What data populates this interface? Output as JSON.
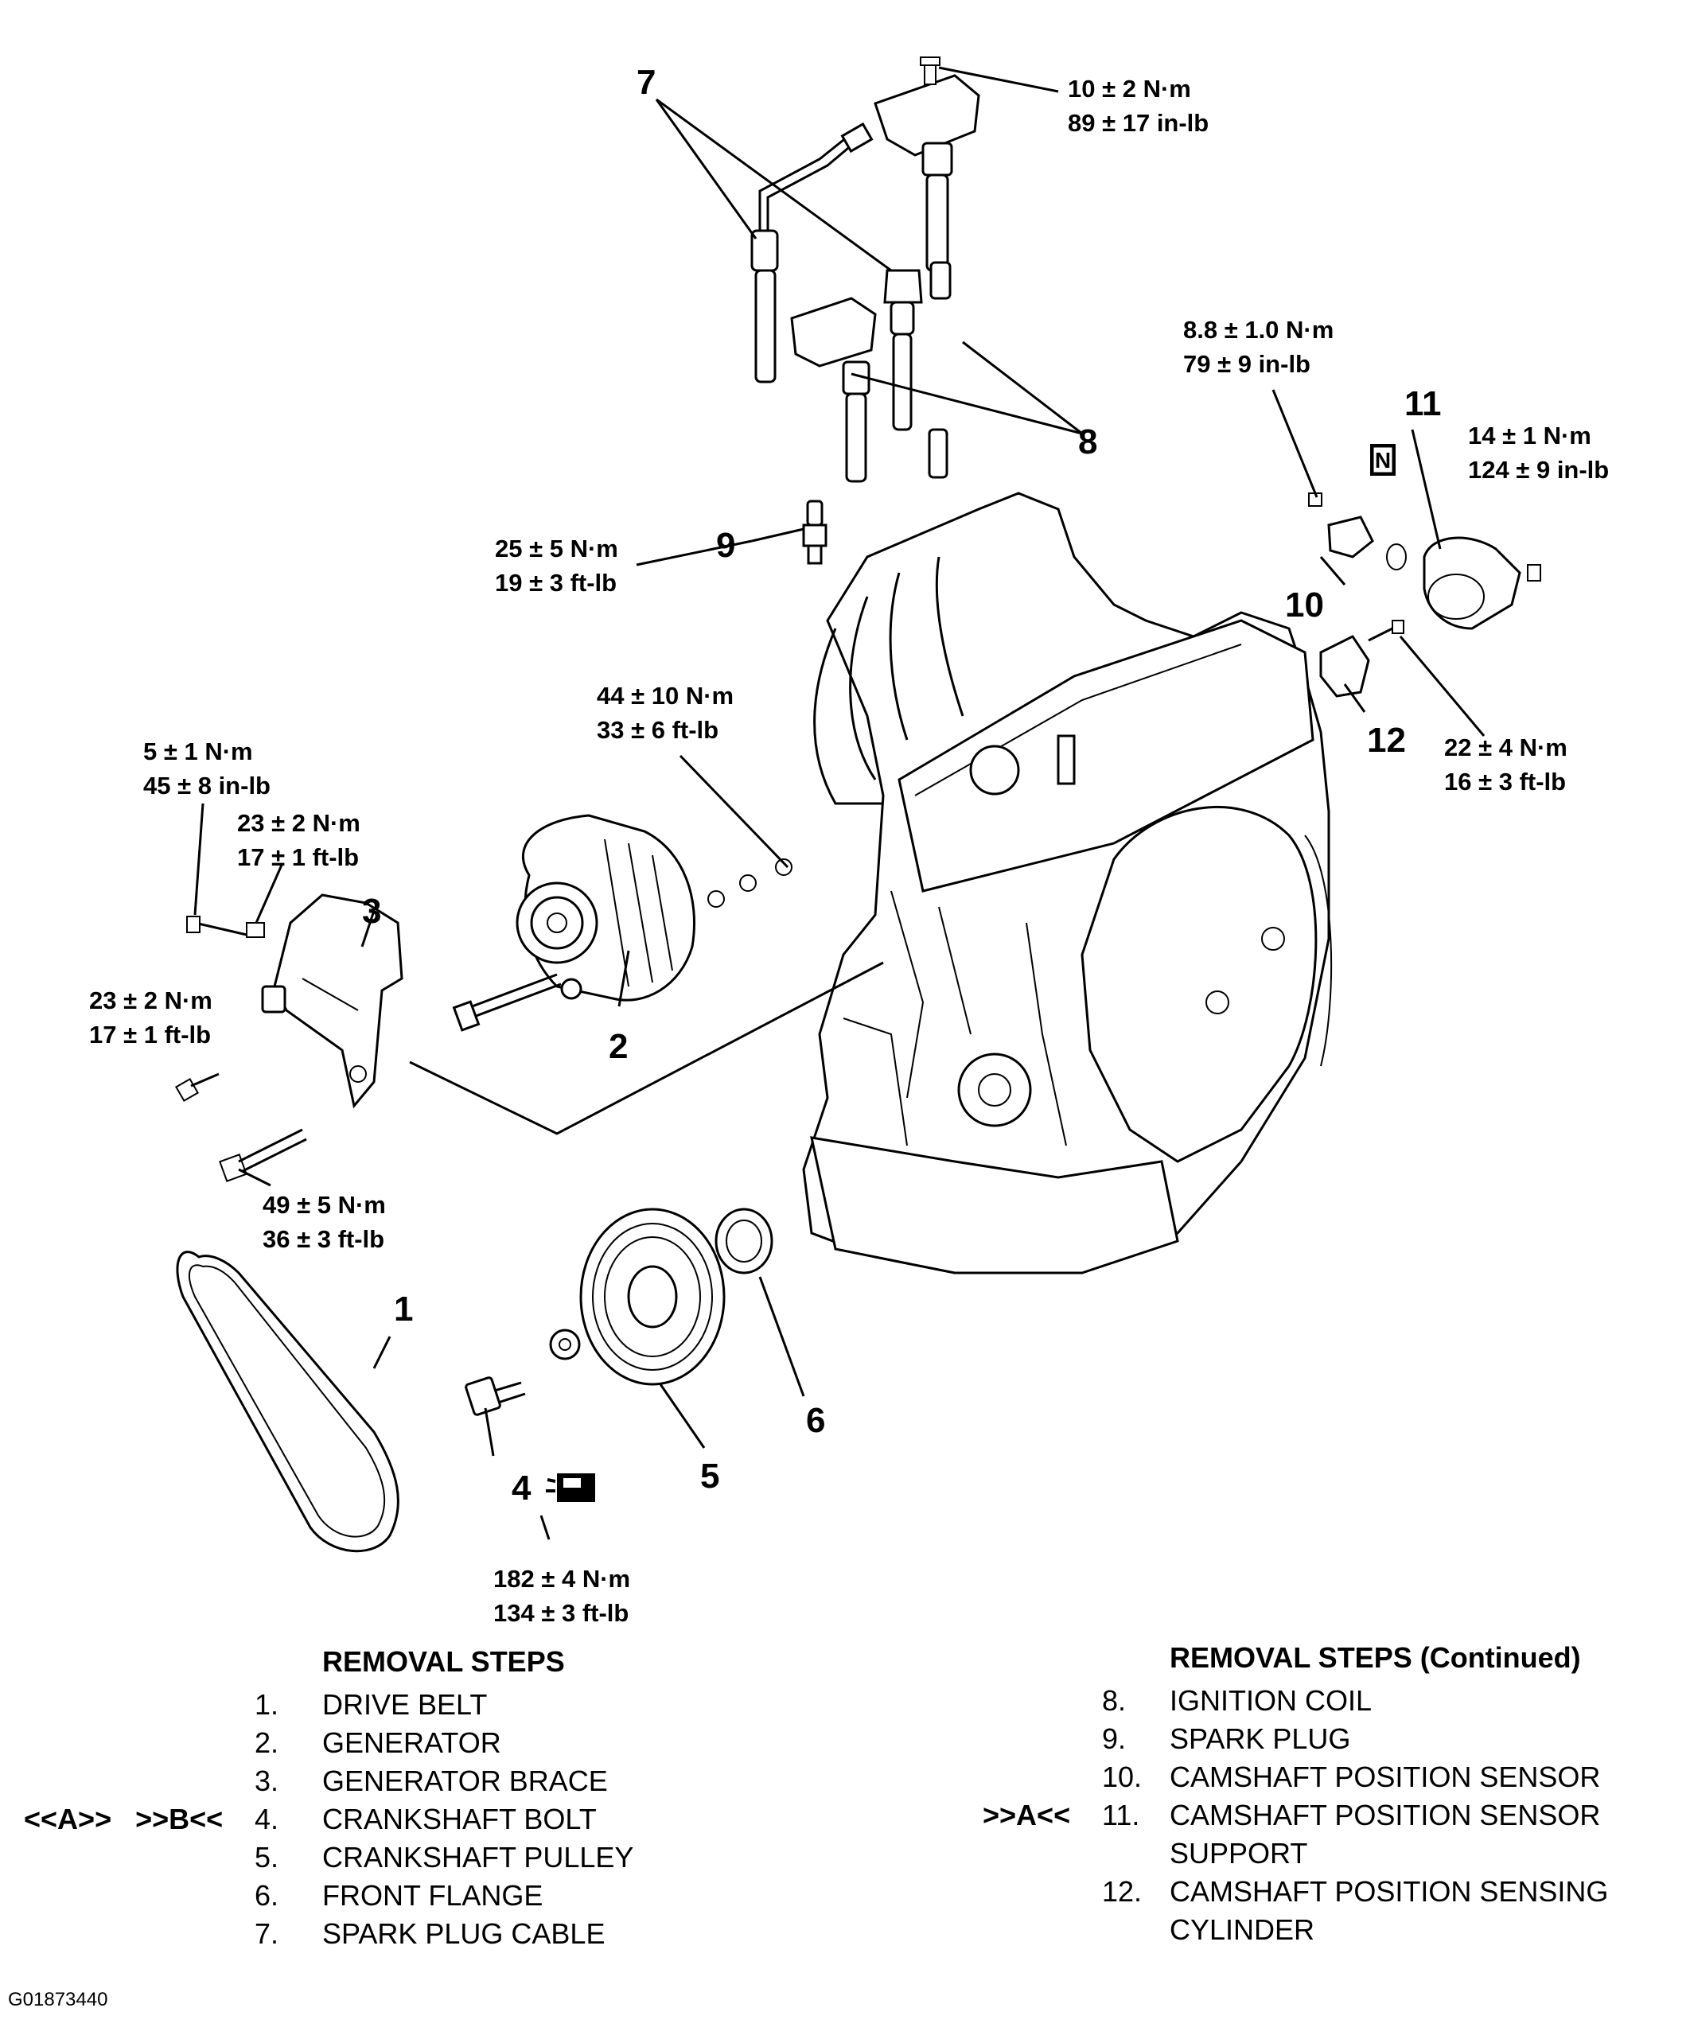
{
  "callouts": [
    "1",
    "2",
    "3",
    "4",
    "5",
    "6",
    "7",
    "8",
    "9",
    "10",
    "11",
    "12"
  ],
  "torques": {
    "coil_bolt": [
      "10 ± 2 N·m",
      "89 ± 17 in-lb"
    ],
    "sensor_bolt": [
      "8.8 ± 1.0 N·m",
      "79 ± 9 in-lb"
    ],
    "support_bolt": [
      "14 ± 1 N·m",
      "124 ± 9 in-lb"
    ],
    "spark_plug": [
      "25 ± 5 N·m",
      "19 ± 3 ft-lb"
    ],
    "generator_nut": [
      "44 ± 10 N·m",
      "33 ± 6 ft-lb"
    ],
    "cylinder_bolt": [
      "22 ± 4 N·m",
      "16 ± 3 ft-lb"
    ],
    "brace_bolt_top": [
      "5 ± 1 N·m",
      "45 ± 8 in-lb"
    ],
    "brace_bolt_mid": [
      "23 ± 2 N·m",
      "17 ± 1 ft-lb"
    ],
    "brace_bolt_left": [
      "23 ± 2 N·m",
      "17 ± 1 ft-lb"
    ],
    "brace_bolt_long": [
      "49 ± 5 N·m",
      "36 ± 3 ft-lb"
    ],
    "crank_bolt": [
      "182 ± 4 N·m",
      "134 ± 3 ft-lb"
    ]
  },
  "new_part_symbol": "N",
  "removal_steps": {
    "heading": "REMOVAL STEPS",
    "items": [
      {
        "num": "1.",
        "name": "DRIVE BELT",
        "tag": ""
      },
      {
        "num": "2.",
        "name": "GENERATOR",
        "tag": ""
      },
      {
        "num": "3.",
        "name": "GENERATOR BRACE",
        "tag": ""
      },
      {
        "num": "4.",
        "name": "CRANKSHAFT BOLT",
        "tag": "<<A>>   >>B<<"
      },
      {
        "num": "5.",
        "name": "CRANKSHAFT PULLEY",
        "tag": ""
      },
      {
        "num": "6.",
        "name": "FRONT FLANGE",
        "tag": ""
      },
      {
        "num": "7.",
        "name": "SPARK PLUG CABLE",
        "tag": ""
      }
    ]
  },
  "removal_steps_continued": {
    "heading": "REMOVAL STEPS (Continued)",
    "items": [
      {
        "num": "8.",
        "name": "IGNITION COIL",
        "tag": ""
      },
      {
        "num": "9.",
        "name": "SPARK PLUG",
        "tag": ""
      },
      {
        "num": "10.",
        "name": "CAMSHAFT POSITION SENSOR",
        "tag": ""
      },
      {
        "num": "11.",
        "name": "CAMSHAFT POSITION SENSOR",
        "tag": ">>A<<"
      },
      {
        "num": "",
        "name": "SUPPORT",
        "tag": ""
      },
      {
        "num": "12.",
        "name": "CAMSHAFT POSITION SENSING",
        "tag": ""
      },
      {
        "num": "",
        "name": "CYLINDER",
        "tag": ""
      }
    ]
  },
  "figure_id": "G01873440"
}
